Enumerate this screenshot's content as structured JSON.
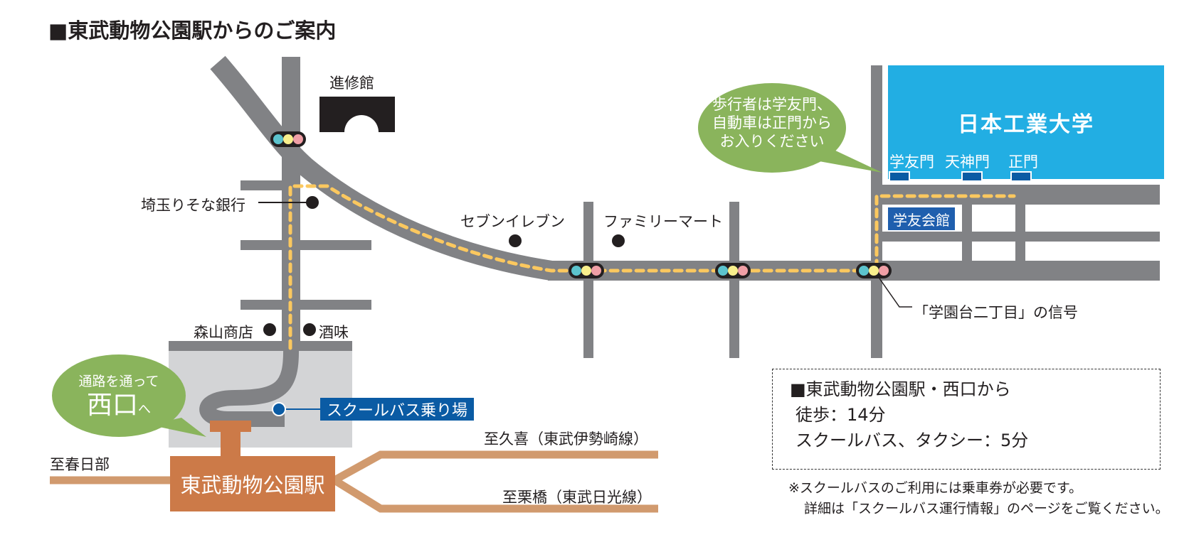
{
  "title": "■東武動物公園駅からのご案内",
  "landmarks": {
    "shinshukan": "進修館",
    "saitama_resona": "埼玉りそな銀行",
    "moriyama": "森山商店",
    "sakemi": "酒味",
    "seven_eleven": "セブンイレブン",
    "familymart": "ファミリーマート",
    "gakuyu_kaikan": "学友会館"
  },
  "station": {
    "name": "東武動物公園駅",
    "bus_stop": "スクールバス乗り場",
    "to_kasukabe": "至春日部",
    "to_kuki": "至久喜（東武伊勢崎線）",
    "to_kurihashi": "至栗橋（東武日光線）"
  },
  "bubbles": {
    "west_exit_line1": "通路を通って",
    "west_exit_line2": "西口",
    "west_exit_suffix": "へ",
    "entry_line1": "歩行者は学友門、",
    "entry_line2": "自動車は正門から",
    "entry_line3": "お入りください"
  },
  "university": {
    "name": "日本工業大学",
    "gates": [
      "学友門",
      "天神門",
      "正門"
    ]
  },
  "signal_label": "「学園台二丁目」の信号",
  "info": {
    "heading": "■東武動物公園駅・西口から",
    "walk": "徒歩：14分",
    "bus_taxi": "スクールバス、タクシー：5分"
  },
  "notes": {
    "line1": "※スクールバスのご利用には乗車券が必要です。",
    "line2": "詳細は「スクールバス運行情報」のページをご覧ください。"
  },
  "colors": {
    "road": "#818285",
    "route_dash": "#fbc85f",
    "station": "#cc7a48",
    "rail": "#d19a6e",
    "university": "#22aee3",
    "bubble": "#8ab45c",
    "bus_stop": "#0a5ba4",
    "plaza": "#d3d4d6",
    "signal_blue": "#5cc3cd",
    "signal_yellow": "#f9ef8c",
    "signal_red": "#f09fa6"
  }
}
